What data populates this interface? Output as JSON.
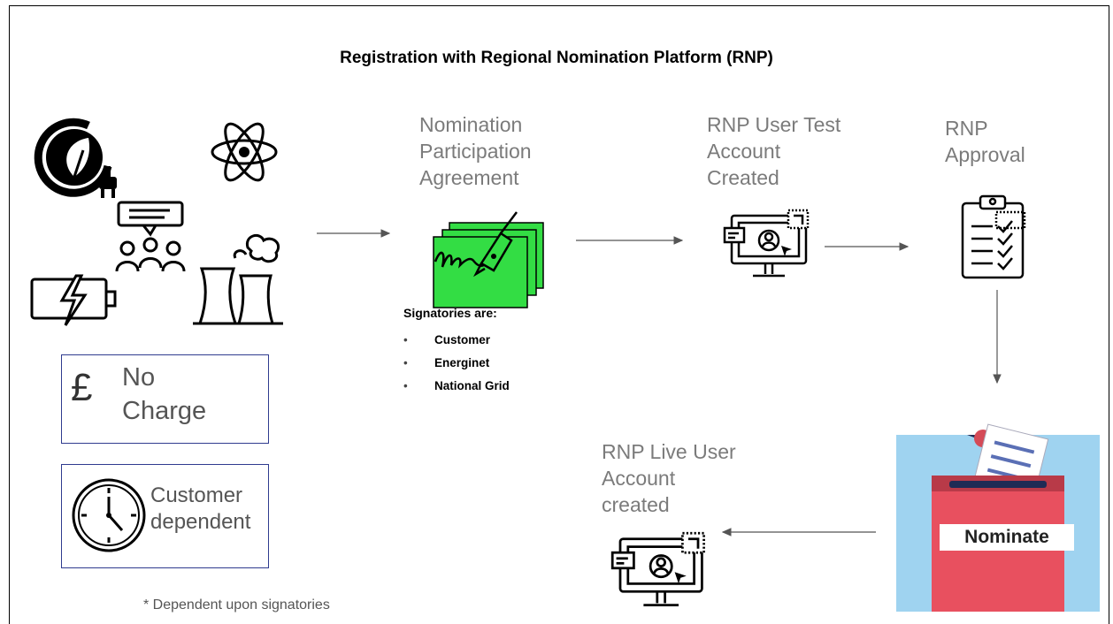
{
  "title": "Registration with Regional Nomination Platform (RNP)",
  "steps": {
    "agreement": [
      "Nomination",
      "Participation",
      "Agreement"
    ],
    "test_account": [
      "RNP User Test",
      "Account",
      "Created"
    ],
    "approval": [
      "RNP",
      "Approval"
    ],
    "live_account": [
      "RNP Live User",
      "Account",
      "created"
    ]
  },
  "signatories": {
    "heading": "Signatories are:",
    "items": [
      "Customer",
      "Energinet",
      "National Grid"
    ]
  },
  "cost_box": {
    "symbol": "£",
    "line1": "No",
    "line2": "Charge"
  },
  "time_box": {
    "line1": "Customer",
    "line2": "dependent"
  },
  "footnote": "* Dependent upon signatories",
  "nominate_label": "Nominate",
  "colors": {
    "box_border": "#2f3b8f",
    "agreement_green": "#33dd44",
    "ballot_red": "#e8505f",
    "ballot_bg": "#9fd3f0",
    "step_text": "#7b7b7b"
  }
}
